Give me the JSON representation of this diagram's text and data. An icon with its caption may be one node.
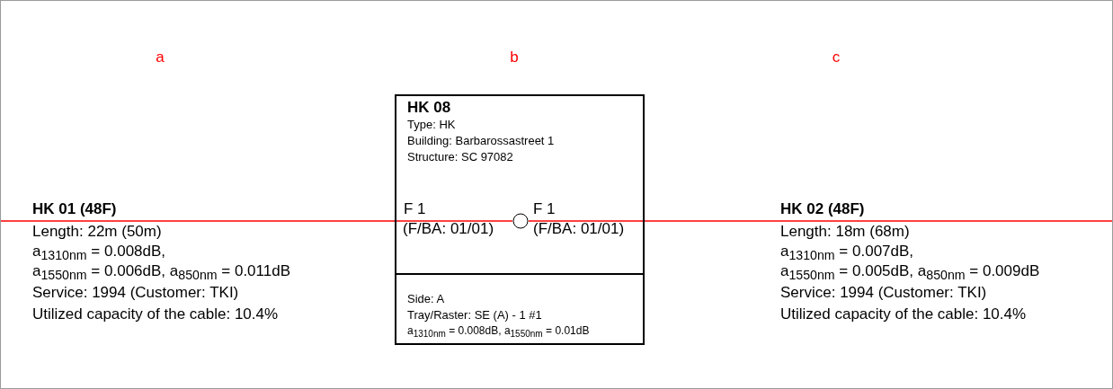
{
  "diagram": {
    "nodes": [
      {
        "text": [
          "HK 08",
          "Type: HK",
          "Building: Barbarossastreet 1",
          "Structure: SC 97082",
          "F 1",
          "(F/BA: 01/01)",
          "F 1",
          "(F/BA: 01/01)"
        ]
      },
      {
        "text": [],
        "shape": "circle",
        "in": 0
      },
      {
        "text": [
          "Side: A",
          "Tray/Raster: SE (A) - 1 #1",
          "a$_{1310nm}$ = 0.008dB, a$_{1550nm}$ = 0.01dB"
        ]
      }
    ],
    "edges": [
      {
        "from": null,
        "to": 1,
        "arrow": "none",
        "color": "#ff0000"
      },
      {
        "from": 1,
        "to": null,
        "arrow": "none",
        "color": "#ff0000"
      }
    ],
    "labels": [
      "a",
      "b",
      "c",
      "HK 01 (48F)",
      "Length: 22m (50m)",
      "a$_{1310nm}$ = 0.008dB,",
      "a$_{1550nm}$ = 0.006dB, a$_{850nm}$ = 0.011dB",
      "Service: 1994 (Customer: TKI)",
      "Utilized capacity of the cable: 10.4%",
      "HK 02 (48F)",
      "Length: 18m (68m)",
      "a$_{1310nm}$ = 0.007dB,",
      "a$_{1550nm}$ = 0.005dB, a$_{850nm}$ = 0.009dB",
      "Service: 1994 (Customer: TKI)",
      "Utilized capacity of the cable: 10.4%"
    ]
  }
}
